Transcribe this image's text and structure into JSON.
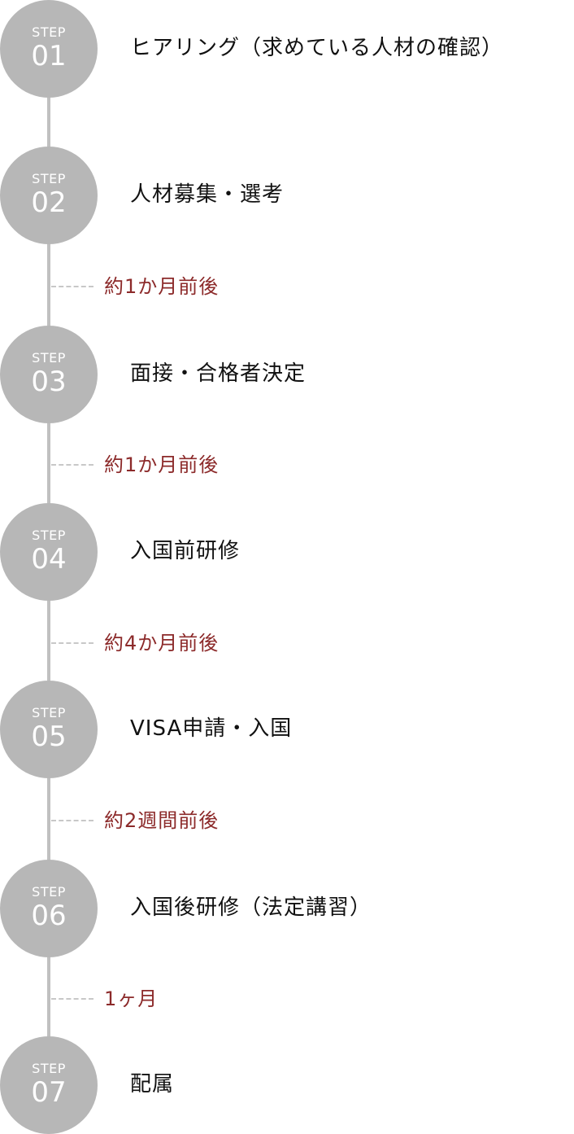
{
  "steps": [
    {
      "label": "STEP",
      "number": "01",
      "title": "ヒアリング（求めている人材の確認）"
    },
    {
      "label": "STEP",
      "number": "02",
      "title": "人材募集・選考"
    },
    {
      "label": "STEP",
      "number": "03",
      "title": "面接・合格者決定"
    },
    {
      "label": "STEP",
      "number": "04",
      "title": "入国前研修"
    },
    {
      "label": "STEP",
      "number": "05",
      "title": "VISA申請・入国"
    },
    {
      "label": "STEP",
      "number": "06",
      "title": "入国後研修（法定講習）"
    },
    {
      "label": "STEP",
      "number": "07",
      "title": "配属"
    }
  ],
  "durations": [
    {
      "text": "約1か月前後"
    },
    {
      "text": "約1か月前後"
    },
    {
      "text": "約4か月前後"
    },
    {
      "text": "約2週間前後"
    },
    {
      "text": "1ヶ月"
    }
  ],
  "colors": {
    "circle": "#b7b7b7",
    "connector": "#c0c0c0",
    "duration_text": "#8c2a2a",
    "title_text": "#111111"
  }
}
